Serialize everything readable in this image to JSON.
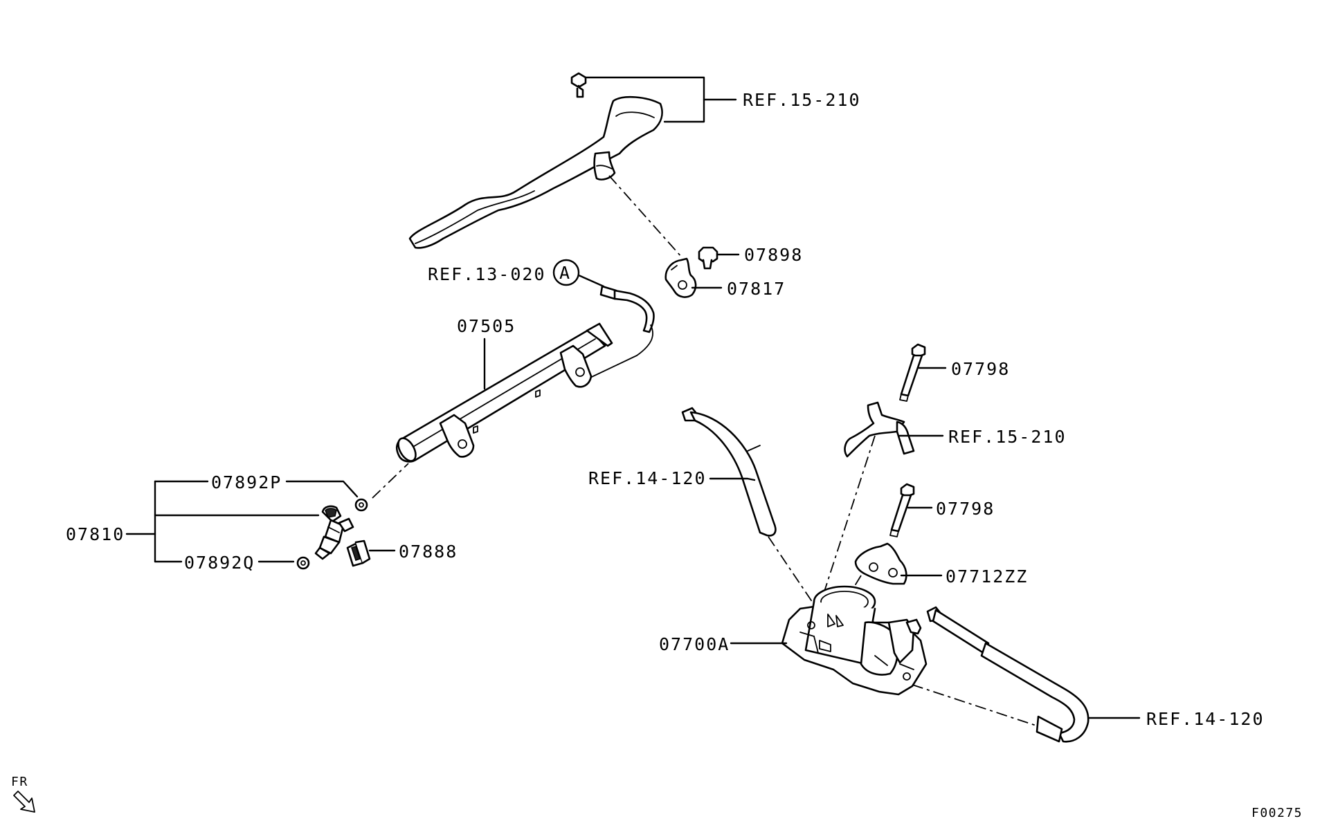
{
  "labels": {
    "ref_15_210_top": "REF.15-210",
    "p07898": "07898",
    "ref_13_020": "REF.13-020",
    "callout_a": "A",
    "p07817": "07817",
    "p07505": "07505",
    "p07798_upper": "07798",
    "ref_15_210_mid": "REF.15-210",
    "ref_14_120_left": "REF.14-120",
    "p07892p": "07892P",
    "p07798_lower": "07798",
    "p07810": "07810",
    "p07888": "07888",
    "p07892q": "07892Q",
    "p07712zz": "07712ZZ",
    "p07700a": "07700A",
    "ref_14_120_right": "REF.14-120",
    "fr": "FR",
    "figure_code": "F00275"
  }
}
